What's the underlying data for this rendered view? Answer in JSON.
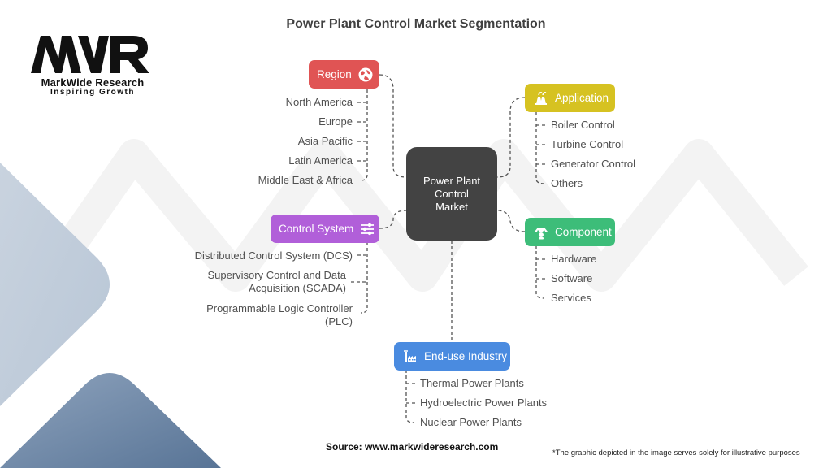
{
  "title": "Power Plant Control Market Segmentation",
  "logo": {
    "mark": "MWR",
    "name": "MarkWide Research",
    "tagline": "Inspiring Growth"
  },
  "center": {
    "label_lines": [
      "Power Plant",
      "Control",
      "Market"
    ]
  },
  "colors": {
    "region": "#e05454",
    "application": "#d6c221",
    "control_system": "#b15fd9",
    "component": "#3dbd79",
    "end_use": "#4a8be0",
    "center": "#434343"
  },
  "segments": {
    "region": {
      "label": "Region",
      "icon": "globe-icon",
      "items": [
        "North America",
        "Europe",
        "Asia Pacific",
        "Latin America",
        "Middle East & Africa"
      ]
    },
    "application": {
      "label": "Application",
      "icon": "power-plant-icon",
      "items": [
        "Boiler Control",
        "Turbine Control",
        "Generator Control",
        "Others"
      ]
    },
    "control_system": {
      "label": "Control System",
      "icon": "sliders-icon",
      "items": [
        "Distributed Control System (DCS)",
        "Supervisory Control and Data Acquisition (SCADA)",
        "Programmable Logic Controller (PLC)"
      ],
      "item_lines": [
        [
          "Distributed Control System (DCS)"
        ],
        [
          "Supervisory Control and Data",
          "Acquisition (SCADA)"
        ],
        [
          "Programmable Logic Controller",
          "(PLC)"
        ]
      ]
    },
    "component": {
      "label": "Component",
      "icon": "component-icon",
      "items": [
        "Hardware",
        "Software",
        "Services"
      ]
    },
    "end_use": {
      "label": "End-use Industry",
      "icon": "factory-icon",
      "items": [
        "Thermal Power Plants",
        "Hydroelectric Power Plants",
        "Nuclear Power Plants"
      ]
    }
  },
  "footer": {
    "source": "Source: www.markwideresearch.com",
    "disclaimer": "*The graphic depicted in the image serves solely for illustrative purposes"
  }
}
